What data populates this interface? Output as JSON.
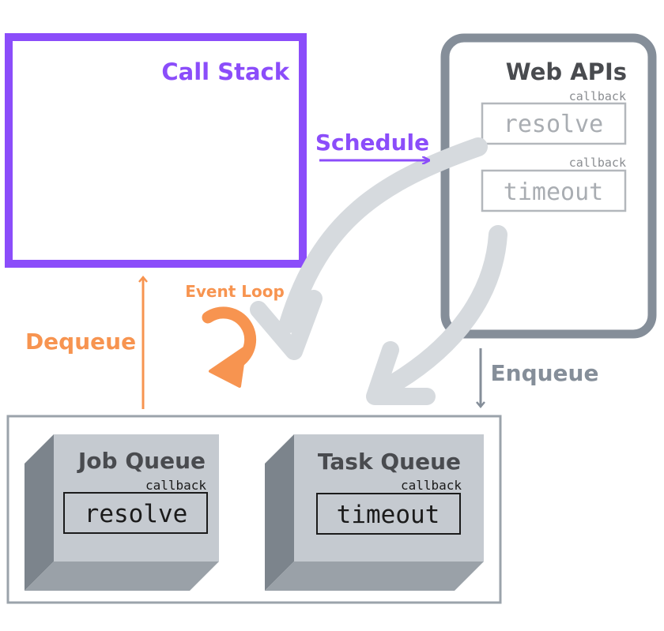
{
  "call_stack": {
    "title": "Call Stack"
  },
  "web_apis": {
    "title": "Web APIs",
    "items": [
      {
        "caption": "callback",
        "label": "resolve"
      },
      {
        "caption": "callback",
        "label": "timeout"
      }
    ]
  },
  "arrows": {
    "schedule": "Schedule",
    "enqueue": "Enqueue",
    "dequeue": "Dequeue",
    "event_loop": "Event Loop"
  },
  "job_queue": {
    "title": "Job Queue",
    "caption": "callback",
    "label": "resolve"
  },
  "task_queue": {
    "title": "Task Queue",
    "caption": "callback",
    "label": "timeout"
  },
  "colors": {
    "purple": "#8b4dfa",
    "orange": "#f79450",
    "slate": "#858e99",
    "light_gray": "#d6dade",
    "box_face": "#c5cad0",
    "box_side": "#7c848c",
    "text_dark": "#494b4f"
  }
}
